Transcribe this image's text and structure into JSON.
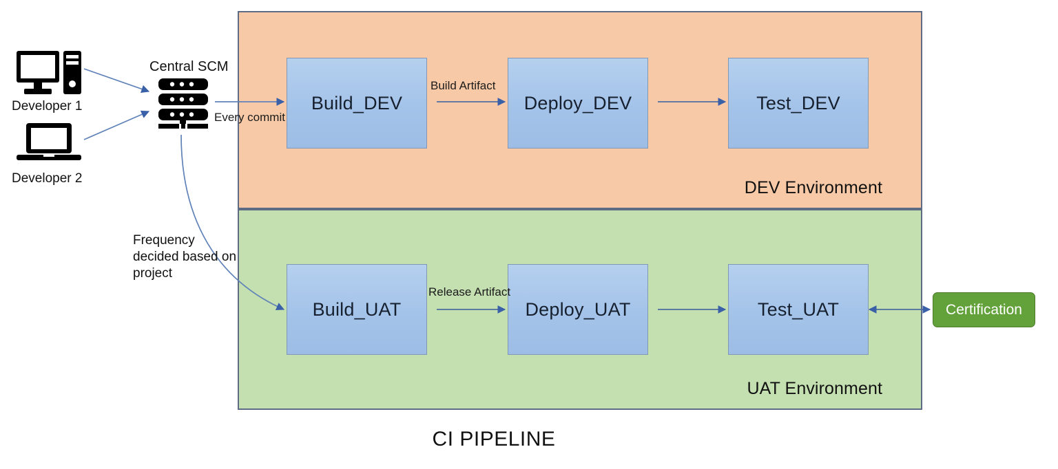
{
  "title": "CI PIPELINE",
  "colors": {
    "dev_band": "#f7c9a6",
    "uat_band": "#c4dfb0",
    "stage_box": "#a4c3e9",
    "stage_box_border": "#8097b5",
    "band_border": "#5d6b84",
    "certification": "#63a13a",
    "certification_border": "#4a7a2a",
    "connector": "#4a6fa5",
    "icon": "#000000",
    "text": "#111111"
  },
  "sources": {
    "developer_1": {
      "label": "Developer 1",
      "icon": "desktop-computer-icon"
    },
    "developer_2": {
      "label": "Developer 2",
      "icon": "laptop-icon"
    }
  },
  "scm": {
    "label": "Central SCM",
    "icon": "server-rack-icon"
  },
  "environments": [
    {
      "id": "dev",
      "label": "DEV Environment",
      "stages": [
        {
          "id": "build-dev",
          "label": "Build_DEV"
        },
        {
          "id": "deploy-dev",
          "label": "Deploy_DEV"
        },
        {
          "id": "test-dev",
          "label": "Test_DEV"
        }
      ]
    },
    {
      "id": "uat",
      "label": "UAT Environment",
      "stages": [
        {
          "id": "build-uat",
          "label": "Build_UAT"
        },
        {
          "id": "deploy-uat",
          "label": "Deploy_UAT"
        },
        {
          "id": "test-uat",
          "label": "Test_UAT"
        }
      ]
    }
  ],
  "certification": {
    "label": "Certification"
  },
  "edge_labels": {
    "every_commit": "Every commit",
    "build_artifact": "Build Artifact",
    "release_artifact": "Release Artifact"
  },
  "notes": {
    "frequency": "Frequency decided based on project"
  },
  "connections": [
    {
      "from": "developer_1",
      "to": "scm",
      "label": ""
    },
    {
      "from": "developer_2",
      "to": "scm",
      "label": ""
    },
    {
      "from": "scm",
      "to": "build-dev",
      "label": "Every commit"
    },
    {
      "from": "build-dev",
      "to": "deploy-dev",
      "label": "Build Artifact"
    },
    {
      "from": "deploy-dev",
      "to": "test-dev",
      "label": ""
    },
    {
      "from": "scm",
      "to": "build-uat",
      "label": "Frequency decided based on project"
    },
    {
      "from": "build-uat",
      "to": "deploy-uat",
      "label": "Release Artifact"
    },
    {
      "from": "deploy-uat",
      "to": "test-uat",
      "label": ""
    },
    {
      "from": "certification",
      "to": "test-uat",
      "label": "",
      "bidirectional": true
    }
  ]
}
